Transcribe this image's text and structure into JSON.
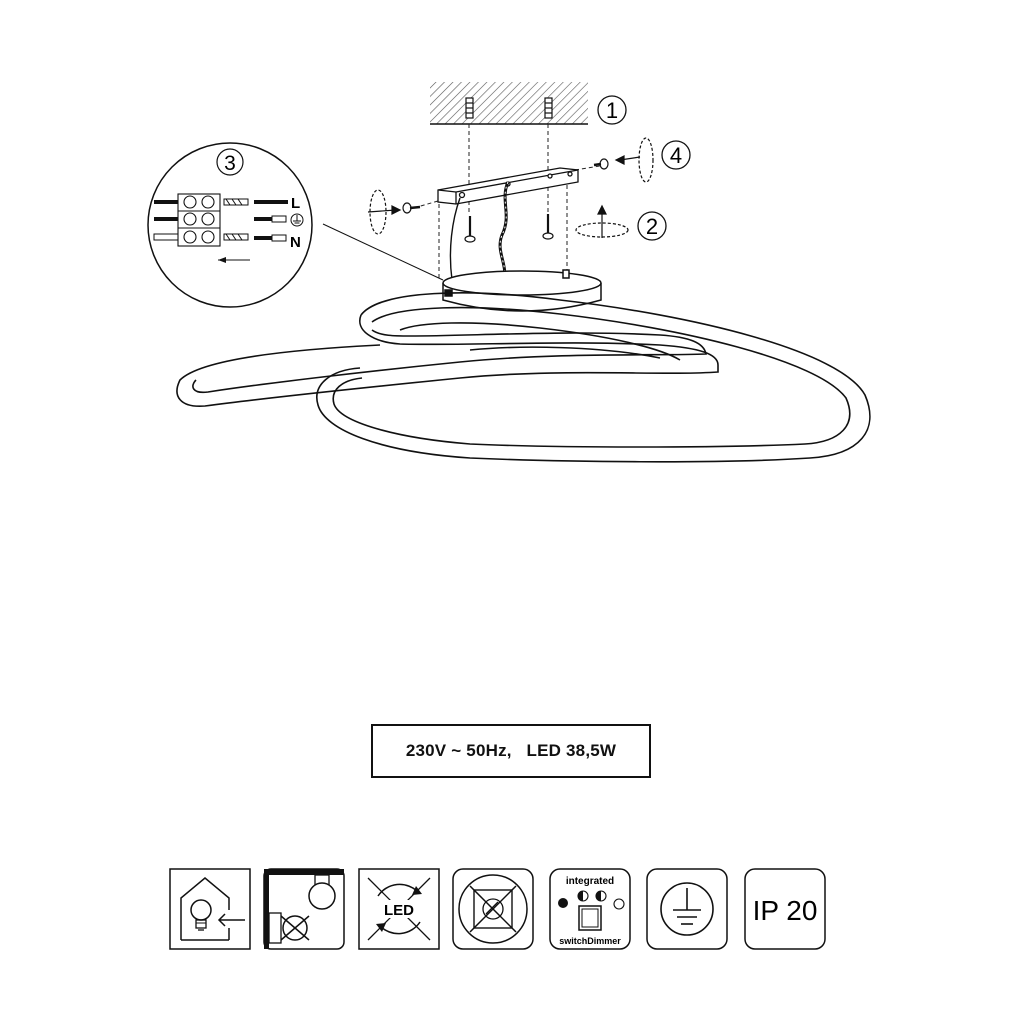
{
  "callouts": {
    "step1": "1",
    "step2": "2",
    "step3": "3",
    "step4": "4"
  },
  "wiring": {
    "live": "L",
    "neutral": "N"
  },
  "spec": {
    "voltage": "230V ~ 50Hz,",
    "power": "LED 38,5W"
  },
  "symbols": {
    "dimmer_top": "integrated",
    "dimmer_bottom": "switchDimmer",
    "led_text": "LED",
    "ip_rating": "IP 20"
  },
  "icons": [
    "indoor-use-icon",
    "replaceable-bulb-icon",
    "non-replaceable-led-icon",
    "no-dimming-icon",
    "switch-dimmer-icon",
    "protective-earth-icon",
    "ip-rating-icon"
  ]
}
